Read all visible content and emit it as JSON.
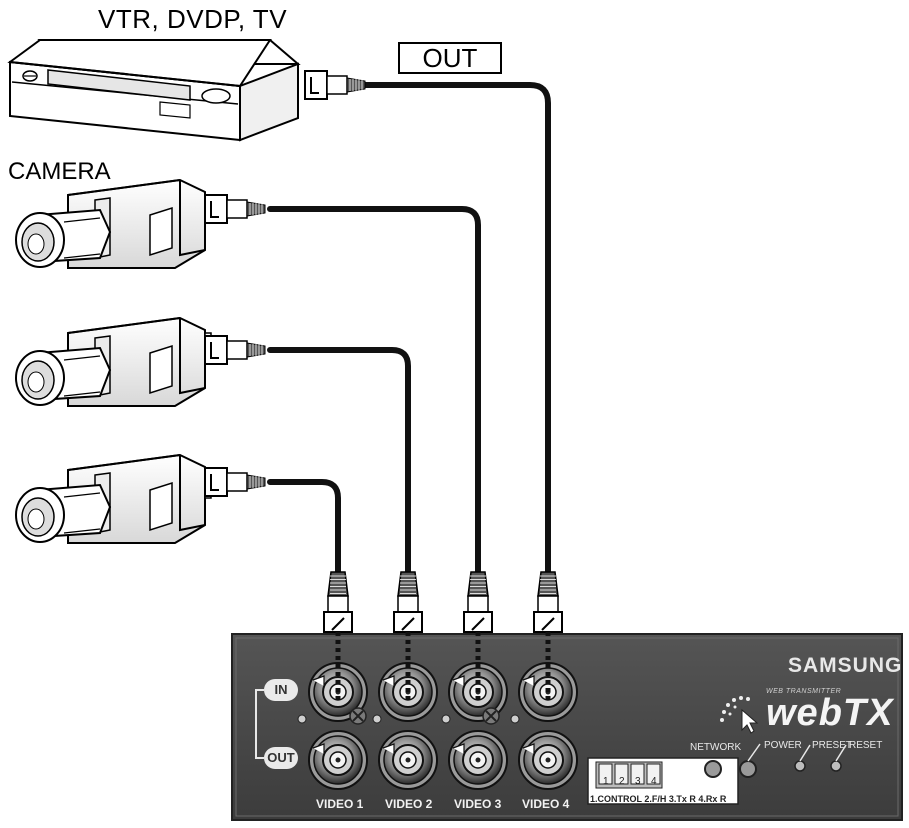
{
  "labels": {
    "source_device": "VTR, DVDP, TV",
    "camera": "CAMERA",
    "out_box": "OUT"
  },
  "panel": {
    "brand": "SAMSUNG",
    "logo_small": "WEB TRANSMITTER",
    "logo_main": "webTX",
    "in_label": "IN",
    "out_label": "OUT",
    "video_labels": [
      "VIDEO 1",
      "VIDEO 2",
      "VIDEO 3",
      "VIDEO 4"
    ],
    "dip_numbers": [
      "1",
      "2",
      "3",
      "4"
    ],
    "dip_label": "1.CONTROL 2.F/H 3.Tx R 4.Rx  R",
    "network": "NETWORK",
    "power": "POWER",
    "preset": "PRESET",
    "reset": "RESET"
  },
  "colors": {
    "panel": "#4a4a4a",
    "cable": "#111111",
    "device_fill": "#ffffff"
  }
}
